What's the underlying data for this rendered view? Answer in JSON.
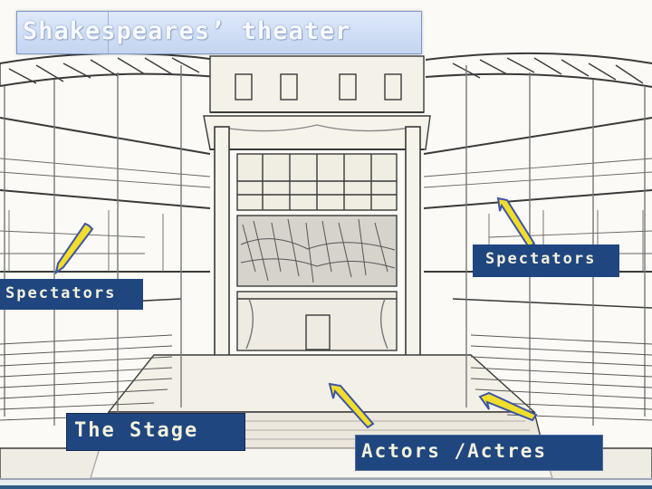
{
  "title": "Shakespeares’ theater",
  "labels": {
    "spectators_right": "Spectators",
    "spectators_left": "Spectators",
    "stage": "The Stage",
    "actors": "Actors /Actres"
  },
  "colors": {
    "label_bg": "#1f467f",
    "label_text": "#f4f1dc",
    "arrow_fill": "#f2dc2c",
    "arrow_outline": "#3c55a5",
    "title_bg": "#cfdcf5"
  },
  "icons": {
    "arrows": [
      "arrow-icon",
      "arrow-icon",
      "arrow-icon",
      "arrow-icon"
    ]
  }
}
